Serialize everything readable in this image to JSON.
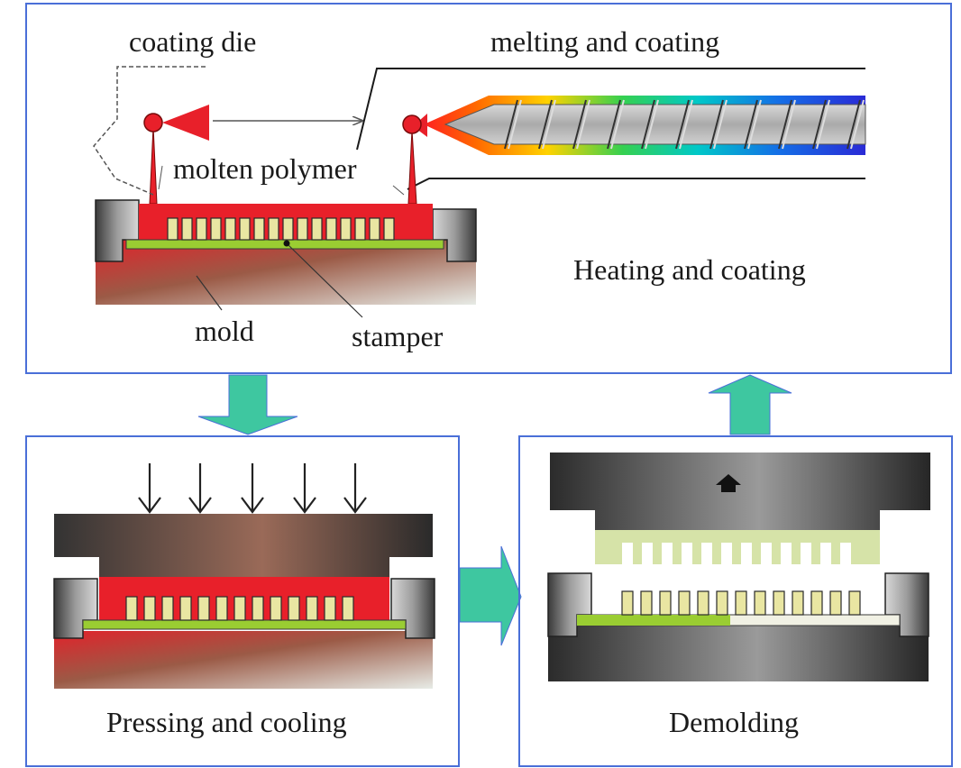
{
  "panels": {
    "heating": {
      "title": "Heating and coating",
      "labels": {
        "coating_die": "coating die",
        "melting_coating": "melting and coating",
        "molten_polymer": "molten polymer",
        "mold": "mold",
        "stamper": "stamper"
      }
    },
    "pressing": {
      "title": "Pressing and cooling"
    },
    "demolding": {
      "title": "Demolding"
    }
  },
  "colors": {
    "panel_border": "#4a6fd8",
    "flow_arrow": "#3ec7a0",
    "polymer": "#e8202a",
    "stamper": "#9acd32",
    "pillar": "#e9e6a2"
  }
}
